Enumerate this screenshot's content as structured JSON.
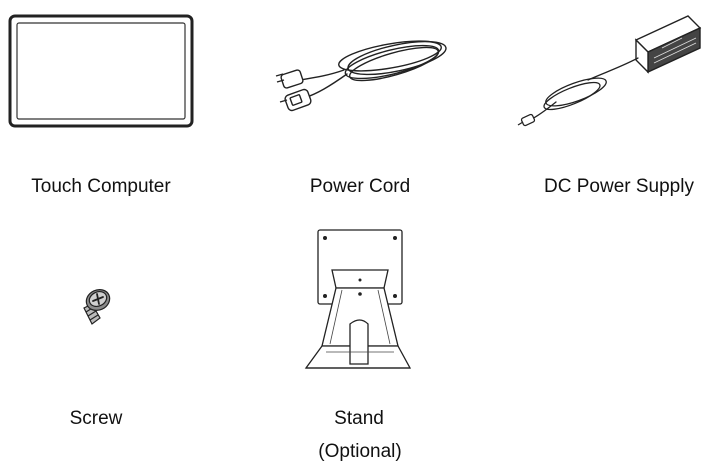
{
  "items": [
    {
      "name": "touch-computer",
      "label": "Touch Computer",
      "icon": "touch-computer-icon"
    },
    {
      "name": "power-cord",
      "label": "Power Cord",
      "icon": "power-cord-icon"
    },
    {
      "name": "dc-power-supply",
      "label": "DC Power Supply",
      "icon": "power-supply-icon"
    },
    {
      "name": "screw",
      "label": "Screw",
      "icon": "screw-icon"
    },
    {
      "name": "stand",
      "label": "Stand",
      "sublabel": "(Optional)",
      "icon": "stand-icon"
    }
  ],
  "colors": {
    "line": "#222222",
    "text": "#111111",
    "background": "#ffffff"
  }
}
